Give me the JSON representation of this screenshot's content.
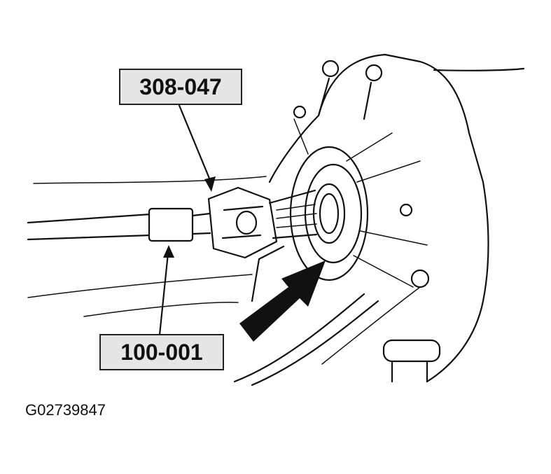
{
  "callouts": {
    "tool_top": "308-047",
    "tool_bottom": "100-001"
  },
  "figure_id": "G02739847",
  "colors": {
    "line": "#111111",
    "label_fill": "#e6e6e6",
    "background": "#ffffff"
  }
}
